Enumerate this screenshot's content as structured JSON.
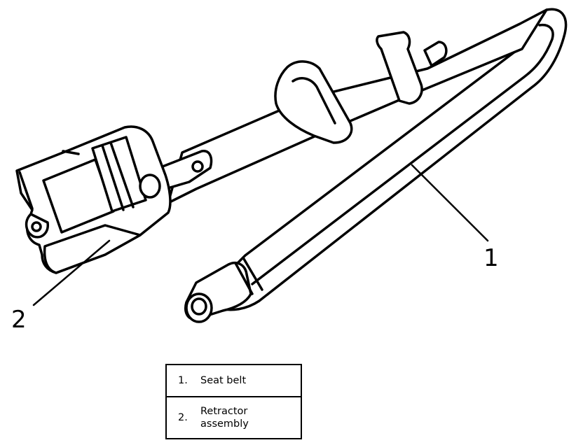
{
  "callouts": {
    "seat_belt_number": "1",
    "retractor_number": "2"
  },
  "legend": {
    "items": [
      {
        "number": "1.",
        "label": "Seat belt"
      },
      {
        "number": "2.",
        "label": "Retractor assembly"
      }
    ]
  },
  "colors": {
    "line": "#000000",
    "background": "#ffffff"
  }
}
